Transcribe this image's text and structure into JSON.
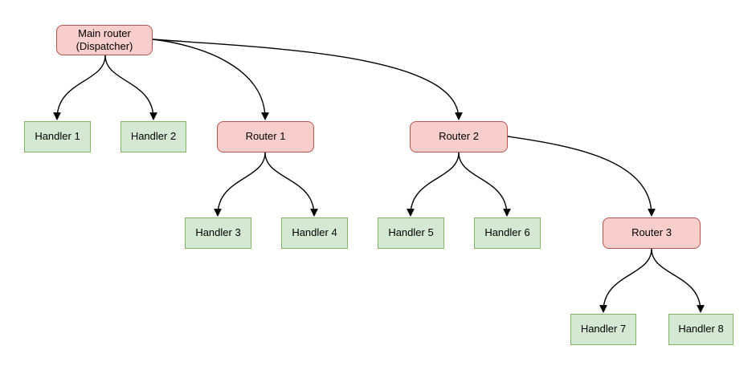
{
  "diagram": {
    "description": "Routing tree diagram with a main dispatcher, sub-routers and handlers",
    "nodes": [
      {
        "id": "main",
        "label": "Main router\n(Dispatcher)",
        "type": "router"
      },
      {
        "id": "handler1",
        "label": "Handler 1",
        "type": "handler"
      },
      {
        "id": "handler2",
        "label": "Handler 2",
        "type": "handler"
      },
      {
        "id": "router1",
        "label": "Router 1",
        "type": "router"
      },
      {
        "id": "router2",
        "label": "Router 2",
        "type": "router"
      },
      {
        "id": "handler3",
        "label": "Handler 3",
        "type": "handler"
      },
      {
        "id": "handler4",
        "label": "Handler 4",
        "type": "handler"
      },
      {
        "id": "handler5",
        "label": "Handler 5",
        "type": "handler"
      },
      {
        "id": "handler6",
        "label": "Handler 6",
        "type": "handler"
      },
      {
        "id": "router3",
        "label": "Router 3",
        "type": "router"
      },
      {
        "id": "handler7",
        "label": "Handler 7",
        "type": "handler"
      },
      {
        "id": "handler8",
        "label": "Handler 8",
        "type": "handler"
      }
    ],
    "edges": [
      {
        "from": "main",
        "to": "handler1"
      },
      {
        "from": "main",
        "to": "handler2"
      },
      {
        "from": "main",
        "to": "router1"
      },
      {
        "from": "main",
        "to": "router2"
      },
      {
        "from": "router1",
        "to": "handler3"
      },
      {
        "from": "router1",
        "to": "handler4"
      },
      {
        "from": "router2",
        "to": "handler5"
      },
      {
        "from": "router2",
        "to": "handler6"
      },
      {
        "from": "router2",
        "to": "router3"
      },
      {
        "from": "router3",
        "to": "handler7"
      },
      {
        "from": "router3",
        "to": "handler8"
      }
    ]
  },
  "colors": {
    "background": "#ffffff",
    "router-fill": "#f8cecc",
    "router-border": "#b85450",
    "handler-fill": "#d5e8d4",
    "handler-border": "#82b366",
    "edge": "#000000",
    "text": "#000000"
  }
}
